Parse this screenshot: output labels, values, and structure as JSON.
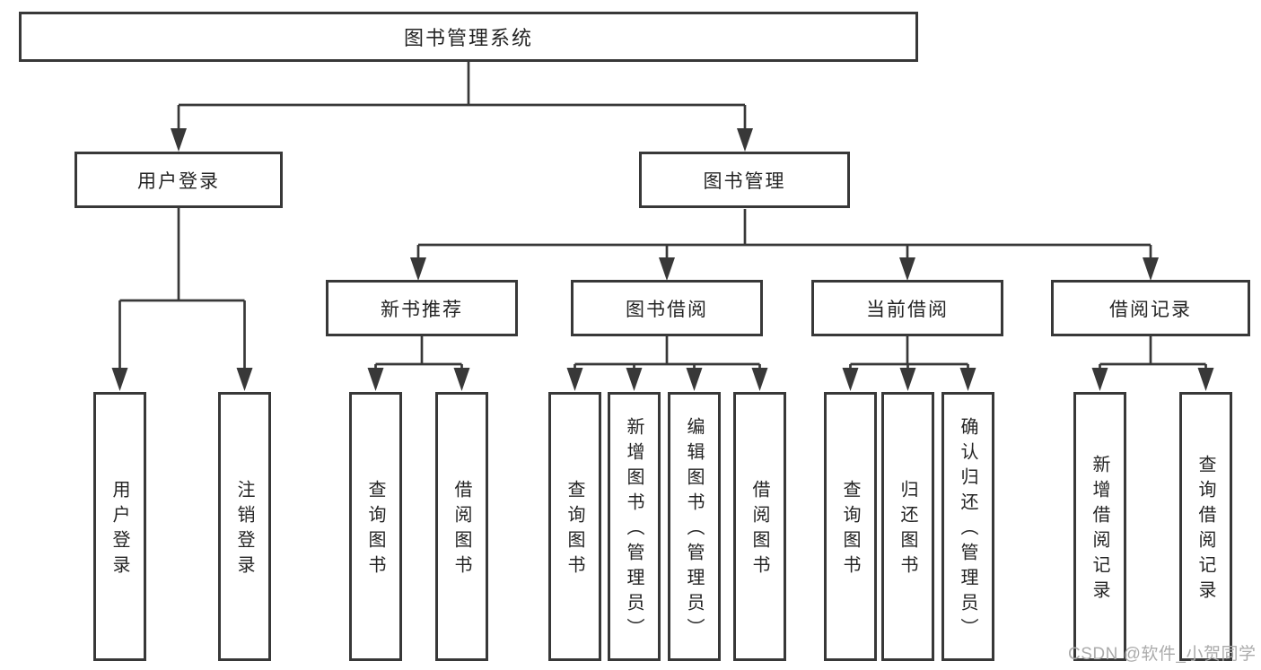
{
  "nodes": {
    "root": "图书管理系统",
    "user_login": "用户登录",
    "book_management": "图书管理",
    "new_book_rec": "新书推荐",
    "book_borrowing": "图书借阅",
    "current_borrowing": "当前借阅",
    "borrowing_records": "借阅记录",
    "ul_login": "用户登录",
    "ul_logout": "注销登录",
    "nr_query_books": "查询图书",
    "nr_borrow_books": "借阅图书",
    "bb_query_books": "查询图书",
    "bb_add_books": "新增图书（管理员）",
    "bb_edit_books": "编辑图书（管理员）",
    "bb_borrow_books": "借阅图书",
    "cb_query_books": "查询图书",
    "cb_return_books": "归还图书",
    "cb_confirm_return": "确认归还（管理员）",
    "br_add_record": "新增借阅记录",
    "br_query_record": "查询借阅记录"
  },
  "watermark": {
    "text": "CSDN @软件_小贺同学"
  },
  "colors": {
    "line": "#383838",
    "box_border": "#383838",
    "text": "#242424",
    "watermark": "#ababab",
    "background": "#ffffff"
  }
}
